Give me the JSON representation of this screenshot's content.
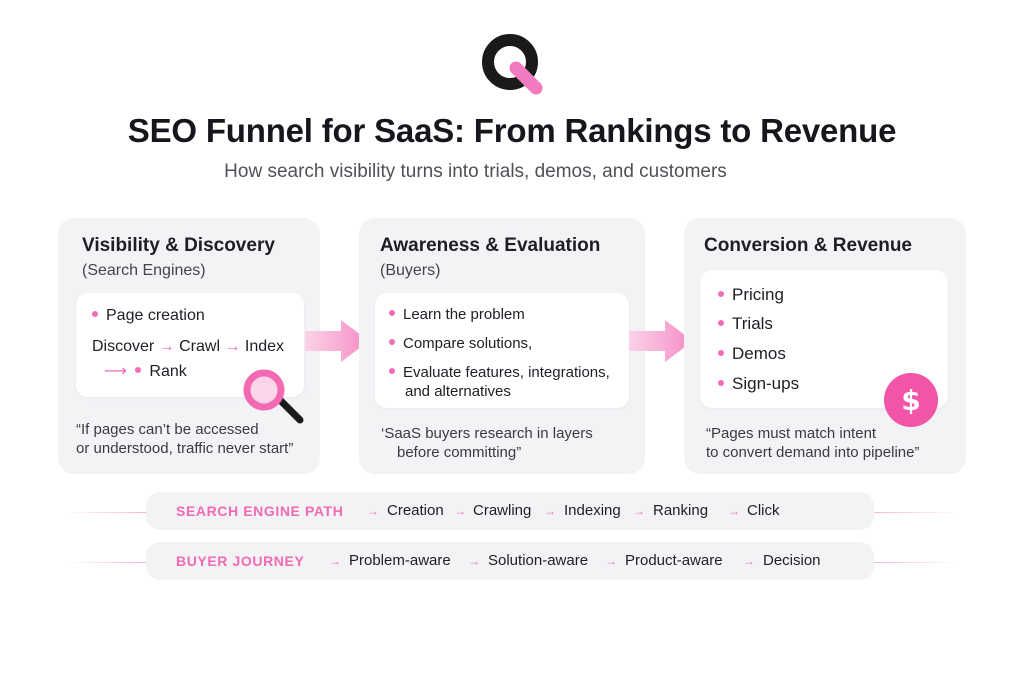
{
  "header": {
    "title": "SEO Funnel for SaaS: From Rankings to Revenue",
    "subtitle": "How search visibility turns into trials, demos, and customers"
  },
  "stages": [
    {
      "title": "Visibility & Discovery",
      "subtitle": "(Search Engines)",
      "bullet": "Page creation",
      "flow": {
        "discover": "Discover",
        "crawl": "Crawl",
        "index": "Index",
        "rank": "Rank"
      },
      "quote_line1": "“If pages can’t be accessed",
      "quote_line2": "or understood, traffic never start”",
      "icon": "magnifier-icon"
    },
    {
      "title": "Awareness & Evaluation",
      "subtitle": "(Buyers)",
      "bullets": [
        "Learn the problem",
        "Compare solutions,",
        "Evaluate features, integrations,",
        "and alternatives"
      ],
      "quote_line1": "‘SaaS buyers research in layers",
      "quote_line2": "before committing”"
    },
    {
      "title": "Conversion & Revenue",
      "bullets": [
        "Pricing",
        "Trials",
        "Demos",
        "Sign-ups"
      ],
      "quote_line1": "“Pages must match intent",
      "quote_line2": "to convert demand into pipeline”",
      "icon": "dollar-coin-icon"
    }
  ],
  "search_engine_path": {
    "label": "SEARCH ENGINE PATH",
    "steps": [
      "Creation",
      "Crawling",
      "Indexing",
      "Ranking",
      "Click"
    ]
  },
  "buyer_journey": {
    "label": "BUYER JOURNEY",
    "steps": [
      "Problem-aware",
      "Solution-aware",
      "Product-aware",
      "Decision"
    ]
  },
  "colors": {
    "accent": "#f26ab2",
    "panel": "#f3f3f6",
    "text": "#1e1e26"
  }
}
